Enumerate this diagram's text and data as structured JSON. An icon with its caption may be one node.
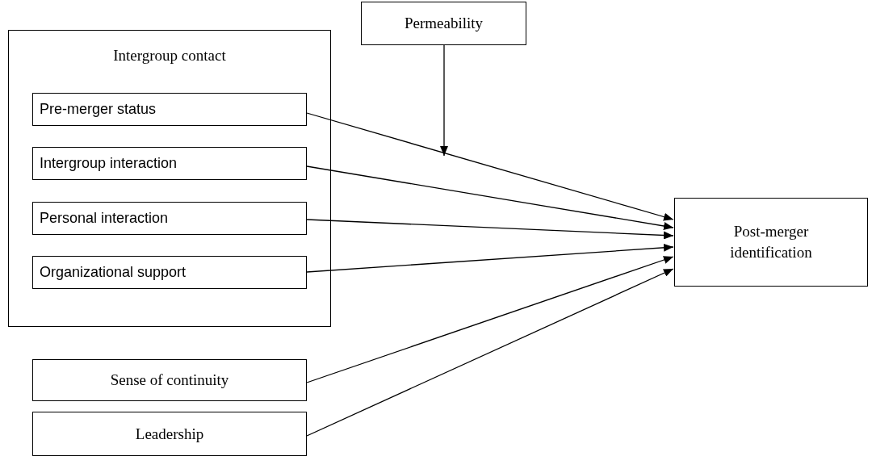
{
  "diagram": {
    "nodes": [
      {
        "text": [
          "Intergroup contact"
        ]
      },
      {
        "text": [
          "Pre-merger status"
        ],
        "in": 0
      },
      {
        "text": [
          "Intergroup interaction"
        ],
        "in": 0
      },
      {
        "text": [
          "Personal interaction"
        ],
        "in": 0
      },
      {
        "text": [
          "Organizational support"
        ],
        "in": 0
      },
      {
        "text": [
          "Permeability"
        ]
      },
      {
        "text": [
          "Post-merger identification"
        ]
      },
      {
        "text": [
          "Sense of continuity"
        ]
      },
      {
        "text": [
          "Leadership"
        ]
      }
    ],
    "edges": [
      {
        "from": 1,
        "to": 6,
        "arrow": "to"
      },
      {
        "from": 2,
        "to": 6,
        "arrow": "to"
      },
      {
        "from": 3,
        "to": 6,
        "arrow": "to"
      },
      {
        "from": 4,
        "to": 6,
        "arrow": "to"
      },
      {
        "from": 7,
        "to": 6,
        "arrow": "to"
      },
      {
        "from": 8,
        "to": 6,
        "arrow": "to"
      },
      {
        "from": 5,
        "to": null,
        "arrow": "to"
      }
    ]
  }
}
